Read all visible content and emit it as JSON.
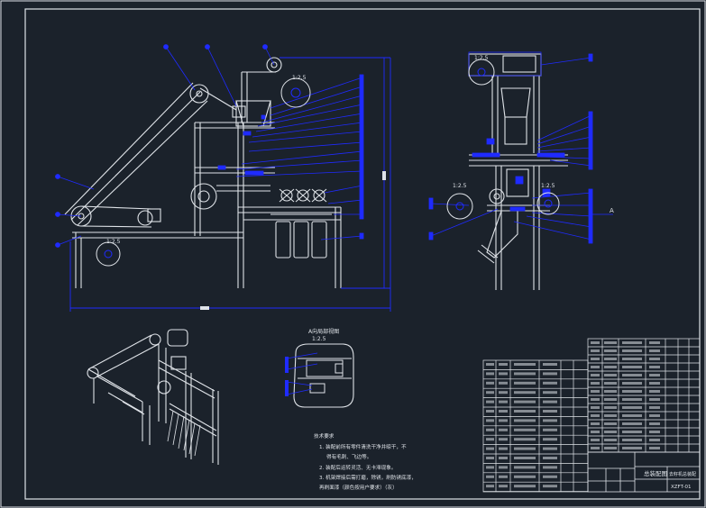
{
  "colors": {
    "background": "#1b222b",
    "line": "#dfe3e8",
    "dimension": "#1f2bff",
    "accent": "#ffffff"
  },
  "views": {
    "side_detail_scale": "1:2.5",
    "top_detail_scale": "1:2.5",
    "front_detail_left_scale": "1:2.5",
    "front_detail_right_scale": "1:2.5",
    "front_top_detail_scale": "1:2.5",
    "section_title": "A向局部视图",
    "section_scale": "1:2.5",
    "section_marker": "A"
  },
  "notes": {
    "heading": "技术要求",
    "lines": [
      "1. 装配前所有零件清洗干净并晾干，不",
      "得有毛刺、飞边等。",
      "2. 装配后运转灵活、无卡滞现象。",
      "3. 机架焊接后需打磨，除锈，刷防锈底漆，",
      "再刷面漆（颜色按用户要求）（灰）"
    ]
  },
  "title_block": {
    "drawing_title": "总装配图",
    "drawing_number": "XZFT-01",
    "product_name": "去籽机总装配"
  }
}
